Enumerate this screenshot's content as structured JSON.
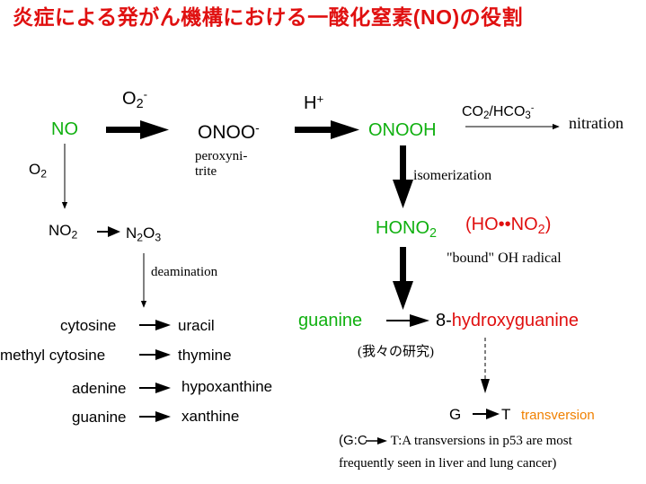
{
  "title": "炎症による発がん機構における一酸化窒素(NO)の役割",
  "colors": {
    "title": "#e01010",
    "green": "#10b010",
    "red": "#e01010",
    "orange": "#f08000"
  },
  "nodes": {
    "no": "NO",
    "o2_minus_base": "O",
    "o2_minus_sub": "2",
    "o2_minus_sup": "-",
    "onoo_base": "ONOO",
    "onoo_sup": "-",
    "peroxynitrite_line1": "peroxyni-",
    "peroxynitrite_line2": "trite",
    "h_plus_base": "H",
    "h_plus_sup": "+",
    "onooh": "ONOOH",
    "co2_base": "CO",
    "co2_sub": "2",
    "hco3_base": "/HCO",
    "hco3_sub": "3",
    "hco3_sup": "-",
    "nitration": "nitration",
    "o2_base": "O",
    "o2_sub": "2",
    "isomerization": "isomerization",
    "no2_base": "NO",
    "no2_sub": "2",
    "n2o3_n": "N",
    "n2o3_sub1": "2",
    "n2o3_o": "O",
    "n2o3_sub2": "3",
    "hono2_base": "HONO",
    "hono2_sub": "2",
    "radical_open": "(HO••NO",
    "radical_sub": "2",
    "radical_close": ")",
    "bound_oh": "\"bound\" OH radical",
    "deamination": "deamination",
    "guanine_green": "guanine",
    "hydroxyguanine_prefix": "8-",
    "hydroxyguanine_rest": "hydroxyguanine",
    "our_research": "(我々の研究)",
    "g": "G",
    "t": "T",
    "transversion": "transversion",
    "footnote_prefix": "(G:C",
    "footnote_rest": "T:A transversions in p53 are most",
    "footnote_line2": "frequently seen in liver and lung cancer)"
  },
  "deamination_pairs": [
    {
      "left": "cytosine",
      "right": "uracil"
    },
    {
      "left": "methyl cytosine",
      "right": "thymine"
    },
    {
      "left": "adenine",
      "right": "hypoxanthine"
    },
    {
      "left": "guanine",
      "right": "xanthine"
    }
  ]
}
